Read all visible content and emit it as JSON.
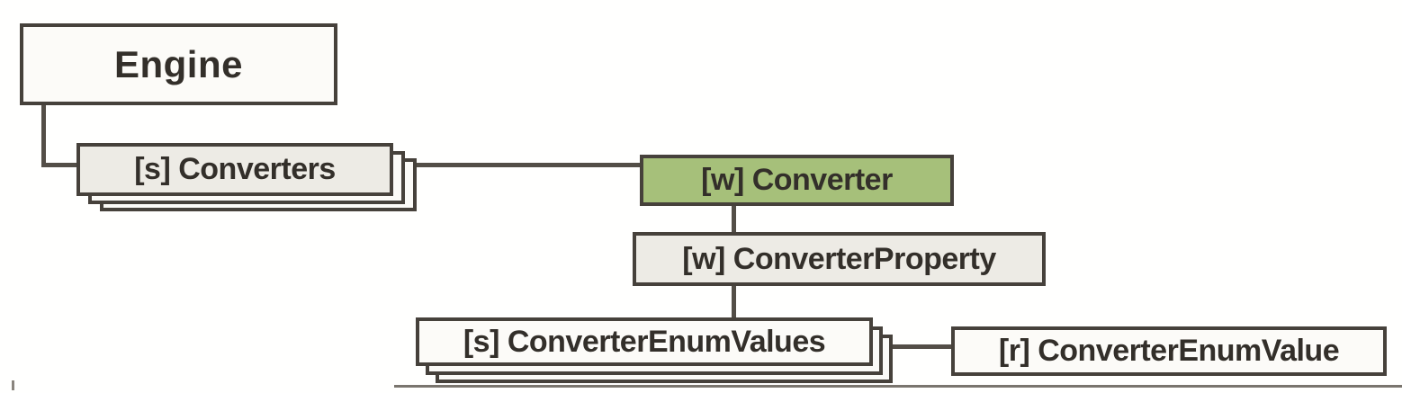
{
  "diagram": {
    "background": "#fffffe",
    "colors": {
      "box_border": "#46413b",
      "connector": "#534e47",
      "text": "#332f2a",
      "fill_white": "#fcfbf8",
      "fill_gray": "#edebe5",
      "fill_selected_green": "#a6c07a",
      "baseline_gray": "#7a756e"
    },
    "nodes": {
      "engine": {
        "label": "Engine",
        "stacked": false,
        "fill": "#fcfbf8",
        "selected": false
      },
      "converters": {
        "label": "[s] Converters",
        "stacked": true,
        "fill": "#edebe5",
        "selected": false
      },
      "converter": {
        "label": "[w] Converter",
        "stacked": false,
        "fill": "#a6c07a",
        "selected": true
      },
      "converter_property": {
        "label": "[w] ConverterProperty",
        "stacked": false,
        "fill": "#edebe5",
        "selected": false
      },
      "converter_enum_values": {
        "label": "[s] ConverterEnumValues",
        "stacked": true,
        "fill": "#fcfbf8",
        "selected": false
      },
      "converter_enum_value": {
        "label": "[r] ConverterEnumValue",
        "stacked": false,
        "fill": "#fcfbf8",
        "selected": false
      }
    },
    "edges": [
      {
        "from": "engine",
        "to": "converters",
        "shape": "elbow"
      },
      {
        "from": "converters",
        "to": "converter",
        "shape": "straight"
      },
      {
        "from": "converter",
        "to": "converter_property",
        "shape": "straight"
      },
      {
        "from": "converter_property",
        "to": "converter_enum_values",
        "shape": "straight"
      },
      {
        "from": "converter_enum_values",
        "to": "converter_enum_value",
        "shape": "straight"
      }
    ]
  }
}
